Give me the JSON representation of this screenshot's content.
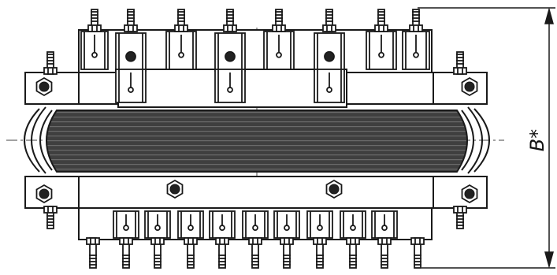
{
  "dimension": {
    "label": "B*"
  },
  "colors": {
    "line": "#1a1a1a",
    "body_fill": "#3f3f3f",
    "body_stripe": "#6a6a6a",
    "metal_fill": "#ffffff",
    "center_line": "#444444"
  },
  "parts": {
    "top_terminal_count": 8,
    "bottom_terminal_count": 9,
    "top_stud_count": 8,
    "bottom_stud_count": 11,
    "side_bolt_count": 4
  }
}
